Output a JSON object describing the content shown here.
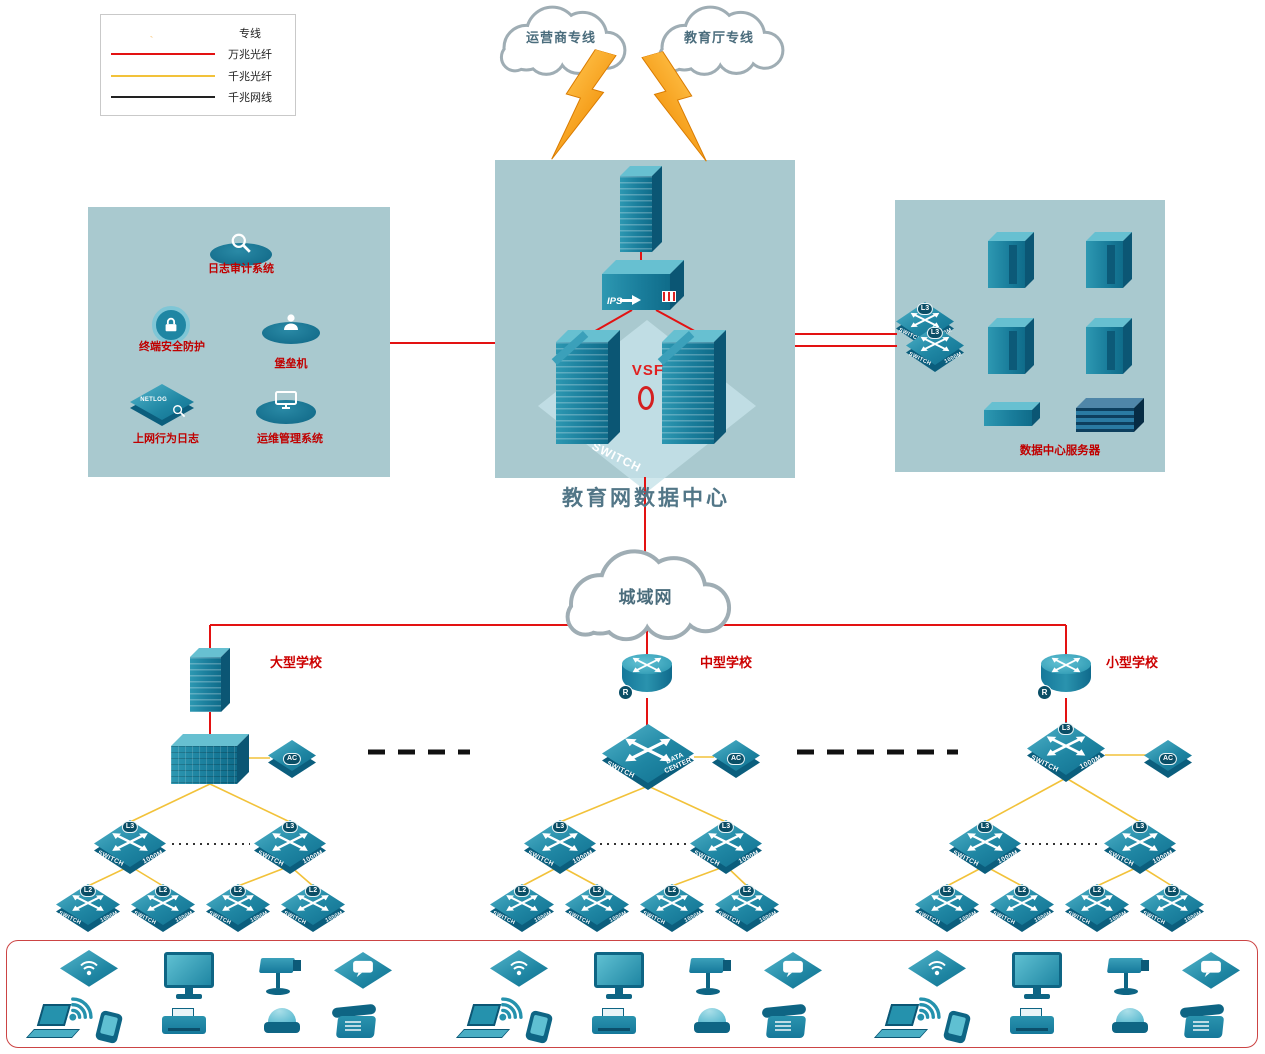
{
  "legend": {
    "items": [
      {
        "type": "lightning",
        "label": "专线"
      },
      {
        "type": "red-line",
        "label": "万兆光纤"
      },
      {
        "type": "yellow-line",
        "label": "千兆光纤"
      },
      {
        "type": "black-line",
        "label": "千兆网线"
      }
    ]
  },
  "clouds": {
    "isp": "运营商专线",
    "edu": "教育厅专线",
    "man": "城域网"
  },
  "data_center": {
    "title": "教育网数据中心",
    "vsf": "VSF",
    "ips": "IPS"
  },
  "security_zone": {
    "items": [
      {
        "label": "日志审计系统"
      },
      {
        "label": "终端安全防护"
      },
      {
        "label": "堡垒机"
      },
      {
        "label": "上网行为日志",
        "badge": "NETLOG"
      },
      {
        "label": "运维管理系统"
      }
    ]
  },
  "server_zone": {
    "label": "数据中心服务器"
  },
  "schools": [
    {
      "name": "大型学校"
    },
    {
      "name": "中型学校"
    },
    {
      "name": "小型学校"
    }
  ],
  "device_labels": {
    "switch": "SWITCH",
    "m1000": "1000M",
    "l3": "L3",
    "l2": "L2",
    "ac": "AC",
    "r": "R",
    "dc1": "DATA",
    "dc2": "CENTER"
  },
  "colors": {
    "line_10g": "#e31212",
    "line_1g": "#f2c23a",
    "line_cat": "#222222",
    "zone_bg": "#a9c9cf",
    "device": "#1f86a3"
  }
}
